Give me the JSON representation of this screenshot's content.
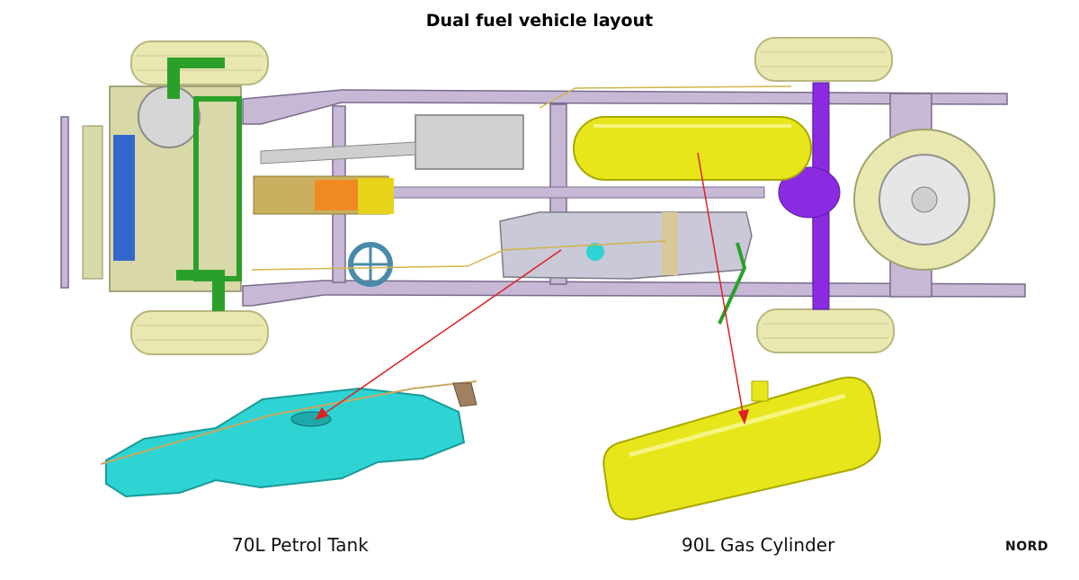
{
  "title": "Dual fuel vehicle layout",
  "captions": {
    "petrol_tank": "70L Petrol Tank",
    "gas_cylinder": "90L Gas Cylinder"
  },
  "brand": "NORD",
  "colors": {
    "frame": "#c7b9d6",
    "wheel": "#e8e8b0",
    "gas_cylinder": "#e6e61a",
    "petrol_tank": "#2ed3d3",
    "axle": "#8a2be2",
    "engine": "#d8d8a8",
    "pointer": "#e02020"
  }
}
